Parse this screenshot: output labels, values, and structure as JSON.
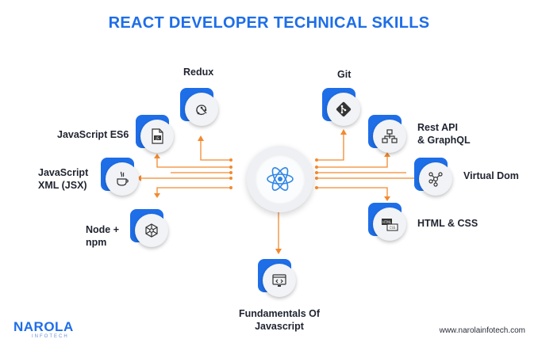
{
  "title": "REACT DEVELOPER TECHNICAL SKILLS",
  "center_icon": "react-atom-icon",
  "colors": {
    "accent": "#1e6ee8",
    "connector": "#f28a2e"
  },
  "skills": {
    "redux": {
      "label": "Redux",
      "icon": "redux-icon"
    },
    "js_es6": {
      "label": "JavaScript ES6",
      "icon": "js-file-icon"
    },
    "jsx_1": "JavaScript",
    "jsx_2": "XML (JSX)",
    "jsx_icon": "java-cup-icon",
    "node_1": "Node +",
    "node_2": "npm",
    "node_icon": "node-hexagon-icon",
    "git": {
      "label": "Git",
      "icon": "git-icon"
    },
    "rest_1": "Rest API",
    "rest_2": "& GraphQL",
    "rest_icon": "network-icon",
    "vdom": {
      "label": "Virtual Dom",
      "icon": "graph-nodes-icon"
    },
    "html_css": {
      "label": "HTML & CSS",
      "icon": "html-css-icon"
    },
    "fund_1": "Fundamentals Of",
    "fund_2": "Javascript",
    "fund_icon": "code-screen-icon"
  },
  "brand": {
    "name": "NAROLA",
    "sub": "INFOTECH",
    "url": "www.narolainfotech.com"
  }
}
